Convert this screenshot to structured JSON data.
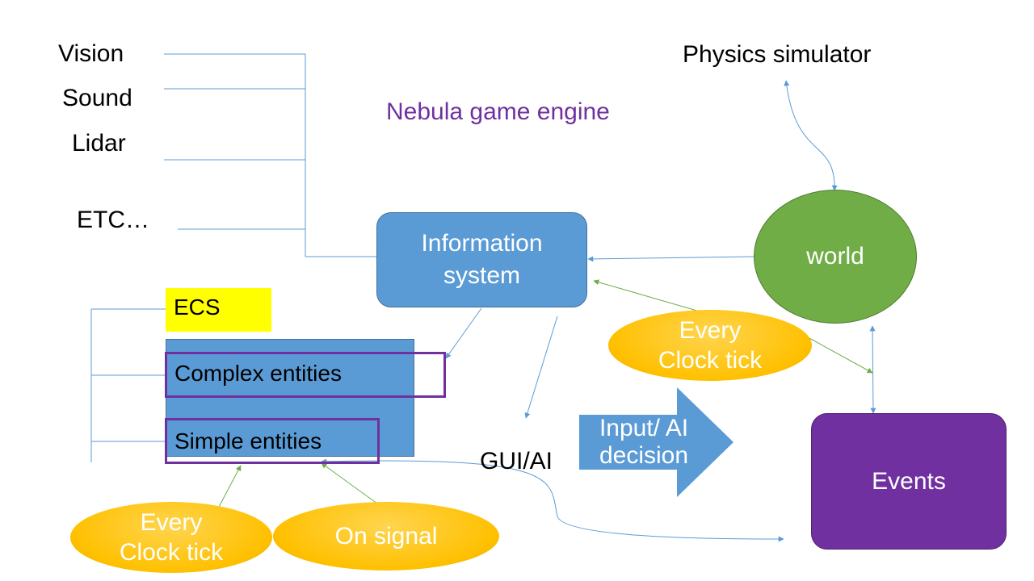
{
  "inputs": [
    "Vision",
    "Sound",
    "Lidar",
    "ETC…"
  ],
  "engine_title": "Nebula game engine",
  "physics": "Physics simulator",
  "info_system": "Information system",
  "world": "world",
  "world_tick": "Every Clock tick",
  "ecs": {
    "label": "ECS",
    "complex": "Complex entities",
    "simple": "Simple entities"
  },
  "gui_ai": "GUI/AI",
  "input_ai": "Input/ AI decision",
  "events": "Events",
  "bottom_tick": "Every Clock tick",
  "on_signal": "On signal",
  "colors": {
    "blue_box": "#5b9bd5",
    "world": "#70ad47",
    "events": "#7030a0",
    "ecs_label": "#ffff00",
    "oval": "#ffc000",
    "connector": "#5b9bd5",
    "green_arrow": "#70ad47"
  }
}
